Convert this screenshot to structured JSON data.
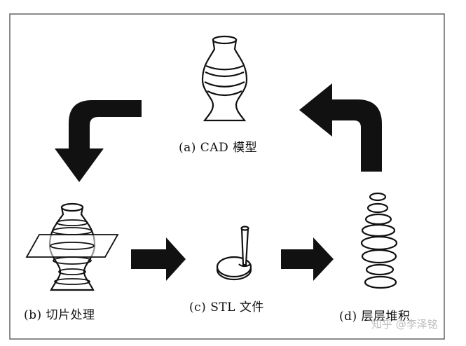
{
  "diagram": {
    "captions": {
      "a": "(a) CAD 模型",
      "b": "(b) 切片处理",
      "c": "(c) STL 文件",
      "d": "(d) 层层堆积"
    },
    "watermark": "知乎 @李泽铭"
  },
  "colors": {
    "ink": "#111111",
    "border": "#6e6e6e",
    "watermark": "#bdbdbd"
  }
}
